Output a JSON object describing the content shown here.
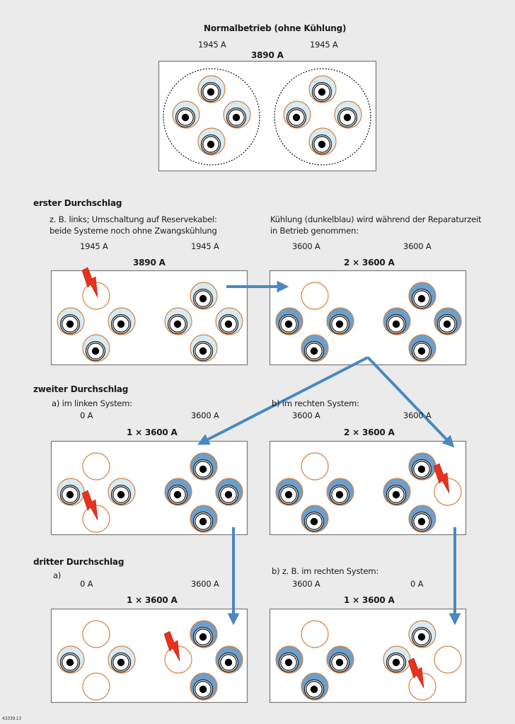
{
  "colors": {
    "background": "#ebebeb",
    "panel_fill": "#ffffff",
    "panel_border": "#7a7a7a",
    "cable_sheath": "#d9823f",
    "cooling_off": "#d6ebf3",
    "cooling_on": "#6b9fcd",
    "arrow": "#4a88c0",
    "lightning": "#e8321e",
    "conductor": "#000000"
  },
  "normal_operation": {
    "title": "Normalbetrieb (ohne Kühlung)",
    "left_current": "1945 A",
    "right_current": "1945 A",
    "total": "3890 A",
    "systems": [
      {
        "cables": [
          "light",
          "light",
          "light",
          "light"
        ],
        "grouped": true
      },
      {
        "cables": [
          "light",
          "light",
          "light",
          "light"
        ],
        "grouped": true
      }
    ]
  },
  "first_breakdown": {
    "heading": "erster Durchschlag",
    "left": {
      "description_line1": "z. B. links; Umschaltung auf Reservekabel:",
      "description_line2": "beide Systeme noch ohne Zwangskühlung",
      "left_current": "1945 A",
      "right_current": "1945 A",
      "total": "3890 A",
      "systems": [
        {
          "cables": [
            "fault",
            "light",
            "light",
            "light"
          ]
        },
        {
          "cables": [
            "light",
            "light",
            "light",
            "light"
          ]
        }
      ],
      "lightning_on": [
        0,
        0
      ]
    },
    "right": {
      "description_line1": "Kühlung (dunkelblau) wird während der Reparaturzeit",
      "description_line2": "in Betrieb genommen:",
      "left_current": "3600 A",
      "right_current": "3600 A",
      "total": "2 × 3600 A",
      "systems": [
        {
          "cables": [
            "empty",
            "dark",
            "dark",
            "dark"
          ]
        },
        {
          "cables": [
            "dark",
            "dark",
            "dark",
            "dark"
          ]
        }
      ]
    }
  },
  "second_breakdown": {
    "heading": "zweiter Durchschlag",
    "left": {
      "description": "a) im linken System:",
      "left_current": "0 A",
      "right_current": "3600 A",
      "total": "1 × 3600 A",
      "systems": [
        {
          "cables": [
            "empty",
            "light",
            "light",
            "fault"
          ]
        },
        {
          "cables": [
            "dark",
            "dark",
            "dark",
            "dark"
          ]
        }
      ],
      "lightning_on": [
        0,
        3
      ]
    },
    "right": {
      "description": "b) im rechten System:",
      "left_current": "3600 A",
      "right_current": "3600 A",
      "total": "2 × 3600 A",
      "systems": [
        {
          "cables": [
            "empty",
            "dark",
            "dark",
            "dark"
          ]
        },
        {
          "cables": [
            "dark",
            "dark",
            "fault",
            "dark"
          ]
        }
      ],
      "lightning_on": [
        1,
        2
      ]
    }
  },
  "third_breakdown": {
    "heading": "dritter Durchschlag",
    "left": {
      "description": "a)",
      "left_current": "0 A",
      "right_current": "3600 A",
      "total": "1 × 3600 A",
      "systems": [
        {
          "cables": [
            "empty",
            "light",
            "light",
            "empty"
          ]
        },
        {
          "cables": [
            "dark",
            "fault",
            "dark",
            "dark"
          ]
        }
      ],
      "lightning_on": [
        1,
        1
      ]
    },
    "right": {
      "description": "b) z. B. im rechten System:",
      "left_current": "3600 A",
      "right_current": "0 A",
      "total": "1 × 3600 A",
      "systems": [
        {
          "cables": [
            "empty",
            "dark",
            "dark",
            "dark"
          ]
        },
        {
          "cables": [
            "light",
            "light",
            "empty",
            "fault"
          ]
        }
      ],
      "lightning_on": [
        1,
        3
      ]
    }
  },
  "figure_id": "43339.13"
}
